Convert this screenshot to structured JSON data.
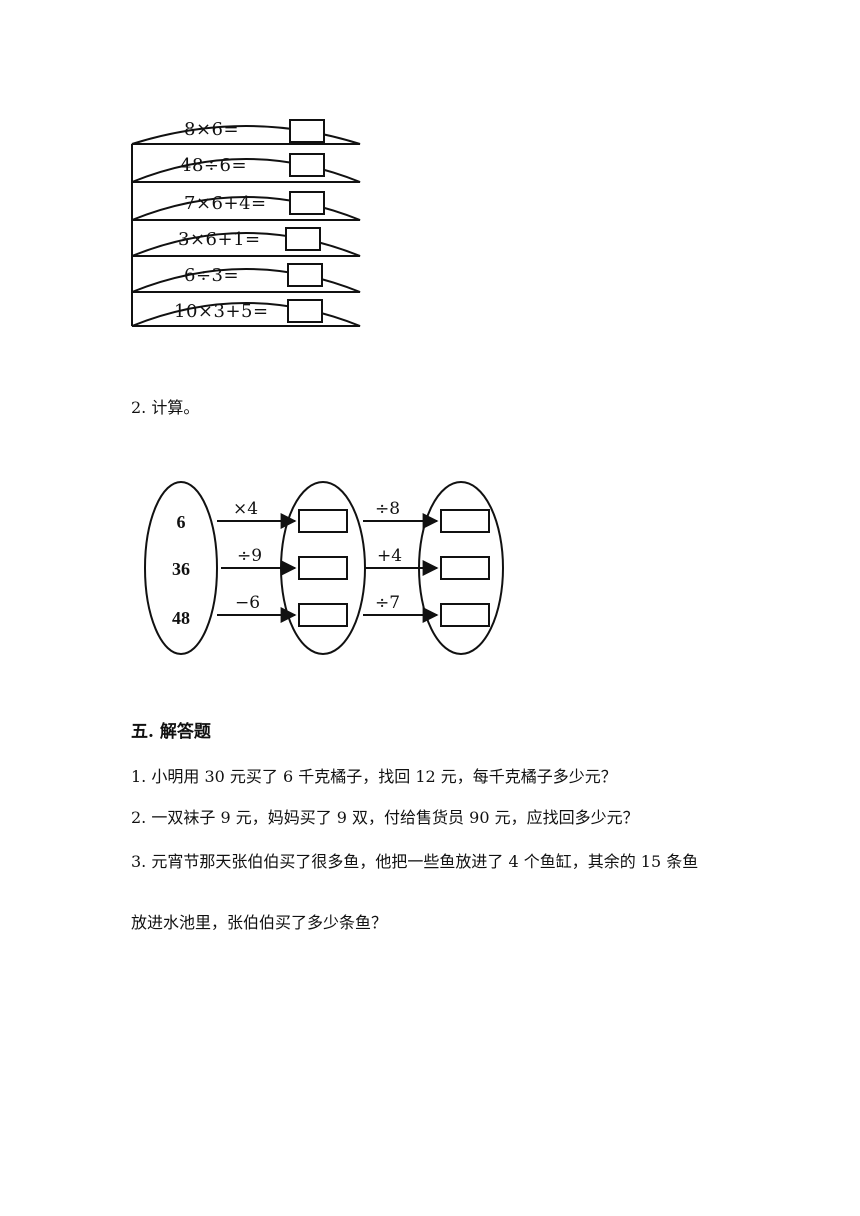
{
  "strips": [
    {
      "expression": "8×6="
    },
    {
      "expression": "48÷6="
    },
    {
      "expression": "7×6+4="
    },
    {
      "expression": "3×6+1="
    },
    {
      "expression": "6÷3="
    },
    {
      "expression": "10×3+5="
    }
  ],
  "question2": {
    "heading": "2. 计算。"
  },
  "diagram": {
    "inputs": [
      "6",
      "36",
      "48"
    ],
    "first_ops": [
      "×4",
      "÷9",
      "−6"
    ],
    "second_ops": [
      "÷8",
      "+4",
      "÷7"
    ]
  },
  "section5": {
    "title": "五. 解答题",
    "problems": [
      "1. 小明用 30 元买了 6 千克橘子，找回 12 元，每千克橘子多少元？",
      "2. 一双袜子 9 元，妈妈买了 9 双，付给售货员 90 元，应找回多少元？",
      "3. 元宵节那天张伯伯买了很多鱼，他把一些鱼放进了 4 个鱼缸，其余的 15 条鱼"
    ],
    "problem3_continued": "放进水池里，张伯伯买了多少条鱼？"
  }
}
